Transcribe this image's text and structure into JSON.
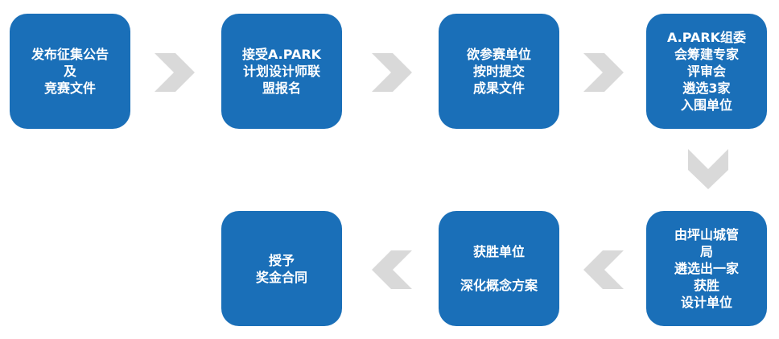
{
  "steps": [
    {
      "label": "发布征集公告\n及\n竞赛文件"
    },
    {
      "label": "接受A.PARK\n计划设计师联\n盟报名"
    },
    {
      "label": "欲参赛单位\n按时提交\n成果文件"
    },
    {
      "label": "A.PARK组委\n会筹建专家\n评审会\n遴选3家\n入围单位"
    },
    {
      "label": "由坪山城管\n局\n遴选出一家\n获胜\n设计单位"
    },
    {
      "label": "获胜单位\n\n深化概念方案"
    },
    {
      "label": "授予\n奖金合同"
    }
  ],
  "colors": {
    "box": "#1a6fb8",
    "arrow": "#d9d9d9",
    "text": "#ffffff"
  }
}
